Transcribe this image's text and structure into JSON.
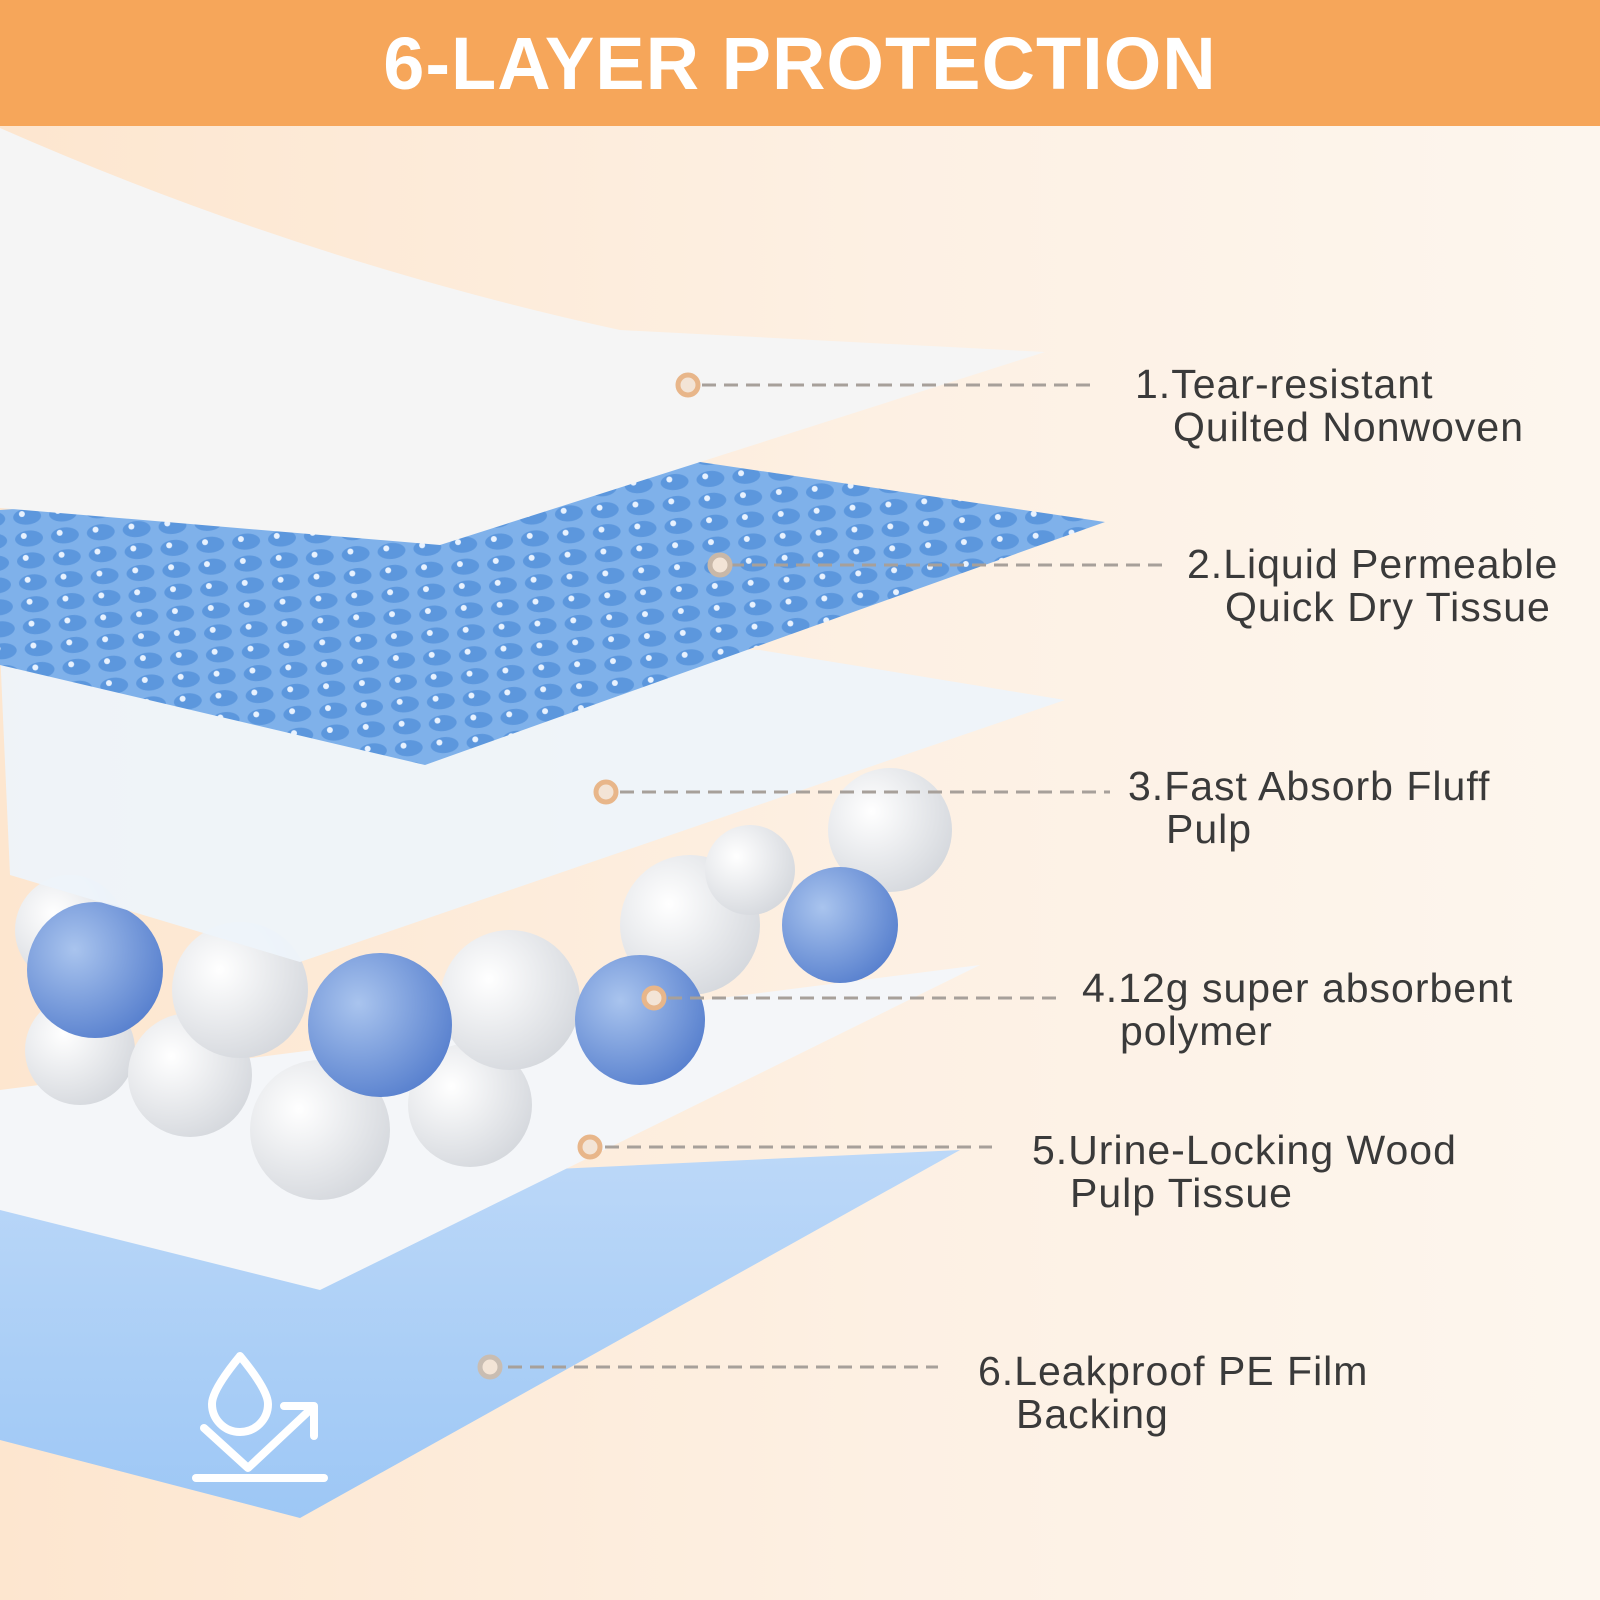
{
  "header": {
    "title": "6-LAYER PROTECTION"
  },
  "layers": [
    {
      "line1": "1.Tear-resistant",
      "line2": "Quilted Nonwoven"
    },
    {
      "line1": "2.Liquid Permeable",
      "line2": "Quick Dry Tissue"
    },
    {
      "line1": "3.Fast Absorb Fluff",
      "line2": "Pulp"
    },
    {
      "line1": "4.12g super absorbent",
      "line2": "polymer"
    },
    {
      "line1": "5.Urine-Locking Wood",
      "line2": "Pulp Tissue"
    },
    {
      "line1": "6.Leakproof PE Film",
      "line2": "Backing"
    }
  ],
  "icons": {
    "waterproof": "waterproof-drop-icon"
  },
  "colors": {
    "header": "#f6a65a",
    "blue_layer": "#8fbdf0",
    "marker": "#e8b68a"
  }
}
